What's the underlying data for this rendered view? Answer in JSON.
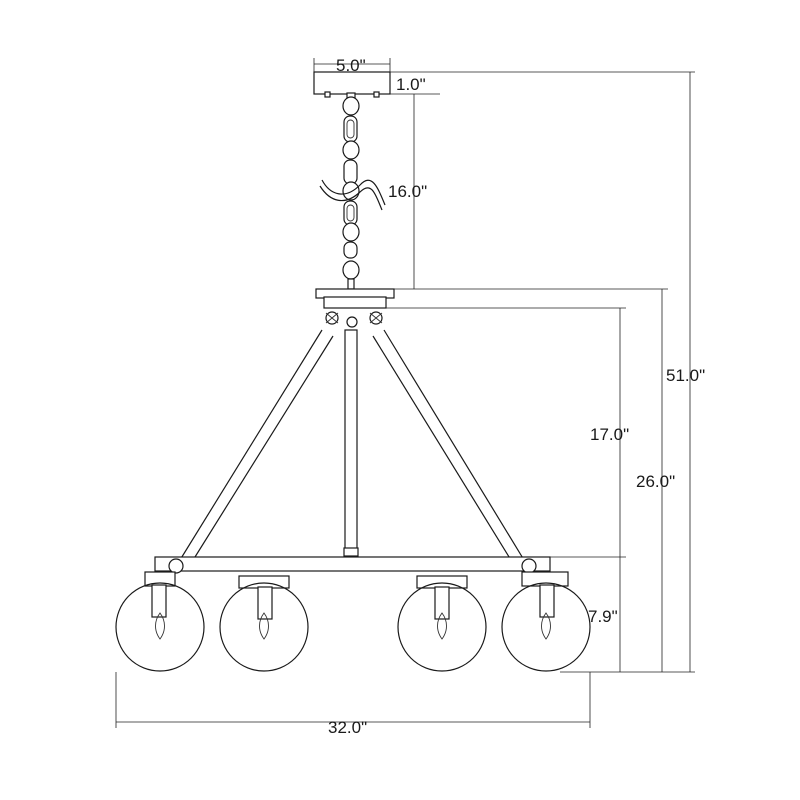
{
  "diagram": {
    "dimensions": {
      "canopy_width": "5.0\"",
      "canopy_height": "1.0\"",
      "chain_length": "16.0\"",
      "total_height": "51.0\"",
      "fixture_height": "26.0\"",
      "arm_height": "17.0\"",
      "globe_height": "7.9\"",
      "total_width": "32.0\""
    }
  }
}
